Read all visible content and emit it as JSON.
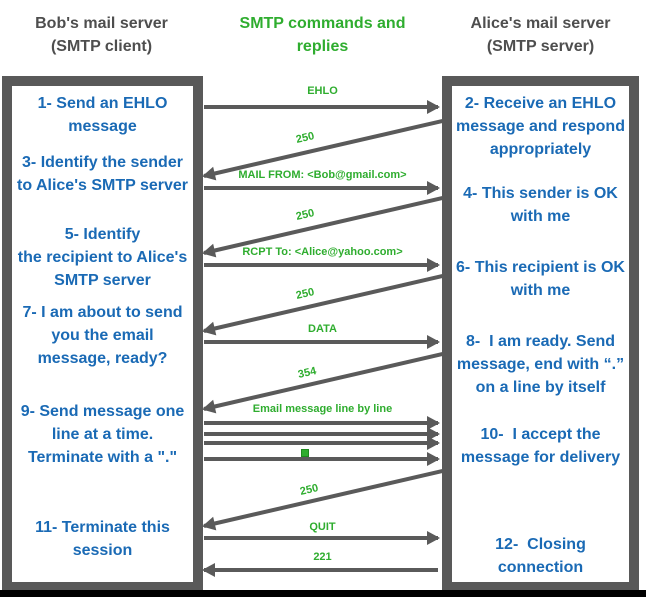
{
  "title": "SMTP client-server interaction diagram",
  "colors": {
    "step_blue": "#1a6ab5",
    "command_green": "#2fad2f",
    "border_gray": "#595959",
    "header_gray": "#4e4e4e",
    "footer_black": "#000000"
  },
  "headers": {
    "client": "Bob's mail server\n(SMTP client)",
    "center": "SMTP commands and\nreplies",
    "server": "Alice's mail server\n(SMTP server)"
  },
  "client_steps": [
    "1- Send an EHLO\nmessage",
    "3- Identify the sender\nto Alice's SMTP server",
    "5- Identify\nthe recipient to Alice's\nSMTP server",
    "7- I am about to send\nyou the email\nmessage, ready?",
    "9- Send message one\nline at a time.\nTerminate with a \".\"",
    "11- Terminate this\nsession"
  ],
  "server_steps": [
    "2- Receive an EHLO\nmessage and respond\nappropriately",
    "4- This sender is OK\nwith me",
    "6- This recipient is OK\nwith me",
    "8-  I am ready. Send\nmessage, end with “.”\non a line by itself",
    "10-  I accept the\nmessage for delivery",
    "12-  Closing\nconnection"
  ],
  "messages": {
    "ehlo": "EHLO",
    "reply_250_1": "250",
    "mail_from": "MAIL FROM: <Bob@gmail.com>",
    "reply_250_2": "250",
    "rcpt_to": "RCPT To: <Alice@yahoo.com>",
    "reply_250_3": "250",
    "data": "DATA",
    "reply_354": "354",
    "email_lines": "Email message line by line",
    "reply_250_4": "250",
    "quit": "QUIT",
    "reply_221": "221"
  },
  "icons": {
    "dot": "green-square-terminating-dot"
  }
}
